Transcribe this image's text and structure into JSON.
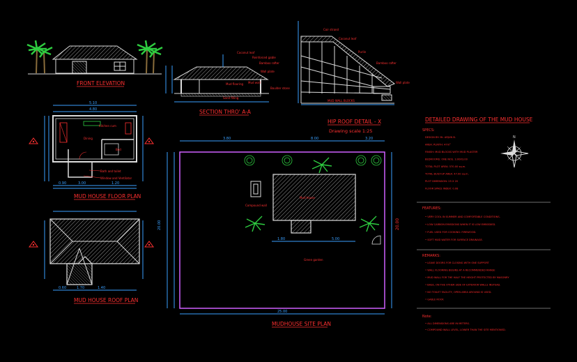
{
  "colors": {
    "background": "#000000",
    "title_red": "#ff3030",
    "dimension_blue": "#3aa0ff",
    "line_white": "#e8e8e8",
    "note_red": "#ff2a2a",
    "tree_green": "#2ecc40",
    "roof_hatch": "#bbbbbb"
  },
  "titles": {
    "front_elevation": "FRONT ELEVATION",
    "section": "SECTION THRO' A-A",
    "hip_roof": "HIP ROOF DETAIL - X",
    "drawing_scale": "Drawing scale 1:25",
    "floor_plan": "MUD HOUSE FLOOR PLAN",
    "roof_plan": "MUD HOUSE ROOF PLAN",
    "site_plan": "MUDHOUSE SITE PLAN",
    "detailed": "DETAILED DRAWING OF THE MUD HOUSE"
  },
  "floor_plan_labels": {
    "kitchen": "Kitchen cum",
    "dining": "Dining",
    "bed": "Bed",
    "bath": "Bath and toilet",
    "window": "Window and Ventilator"
  },
  "section_labels": [
    "Coconut leaf",
    "Reinforced gable",
    "Bamboo rafter",
    "Wall plate",
    "Mud flooring",
    "Mud wall",
    "Boulder stone",
    "Sand filling"
  ],
  "hip_labels": [
    "Coir strand",
    "Coconut leaf",
    "Purlin",
    "Bamboo rafter",
    "Wall plate",
    "MUD WALL BLOCKS"
  ],
  "site_labels": {
    "compound": "Compound wall",
    "garden": "Green garden",
    "house": "Mud house"
  },
  "north_label": "N",
  "specs": {
    "heading": "SPECS:",
    "lines": [
      "DESIGN BY: Mr. ARJUN B.",
      "AREA: PLINTH: 47m²",
      "FINISH: MUD BLOCKS WITH MUD PLASTER",
      "BEDROOMS: ONE NOS. 3.00X3.00",
      "TOTAL PLOT AREA: 570.00 sq.m.",
      "TOTAL BUILT-UP AREA: 47.00 sq.m.",
      "PLOT DIMENSION: 25 X 20",
      "FLOOR SPACE INDEX: 0.08"
    ]
  },
  "features": {
    "heading": "FEATURES:",
    "items": [
      "VERY COOL IN SUMMER AND COMFORTABLE CONDITIONS.",
      "LOW CARBON EMISSIONS WHEN IT IS LOW EMBODIED.",
      "FUEL USED FOR COOKING: FIREWOOD.",
      "SOFT MUD WATER FOR SURFACE DRAINAGE."
    ]
  },
  "remarks": {
    "heading": "REMARKS:",
    "items": [
      "LEAVE DOORS FOR CLOSING WITH ONE SUPPORT",
      "WALL FLOORING BEGINS AT A RECOMMENDED RANGE",
      "MUD WALL FOR THE HALF THE HEIGHT PROTECTED BY MASONRY",
      "BASE, ON THE OTHER SIDE OF EXTERIOR WALLS INSTEAD.",
      "NO TOILET FACILITY, OPEN AREA AROUND IS USED.",
      "GABLE ROOF."
    ]
  },
  "note": {
    "heading": "Note:",
    "items": [
      "ALL DIMENSIONS ARE IN METERS.",
      "COMPOUND WALL LEVEL, LOWER THAN THE SITE MENTIONED."
    ]
  },
  "dims": {
    "fp_top": "5.10",
    "fp_top2": "4.80",
    "fp_bottom": [
      "0.90",
      "3.00",
      "1.20"
    ],
    "rp_bottom": [
      "0.60",
      "1.70",
      "1.40"
    ],
    "site_top": [
      "3.80",
      "8.00",
      "3.20"
    ],
    "site_bottom": "25.00",
    "site_left": "20.00",
    "site_right": "20.00",
    "site_inner": [
      "1.80",
      "5.00"
    ]
  }
}
